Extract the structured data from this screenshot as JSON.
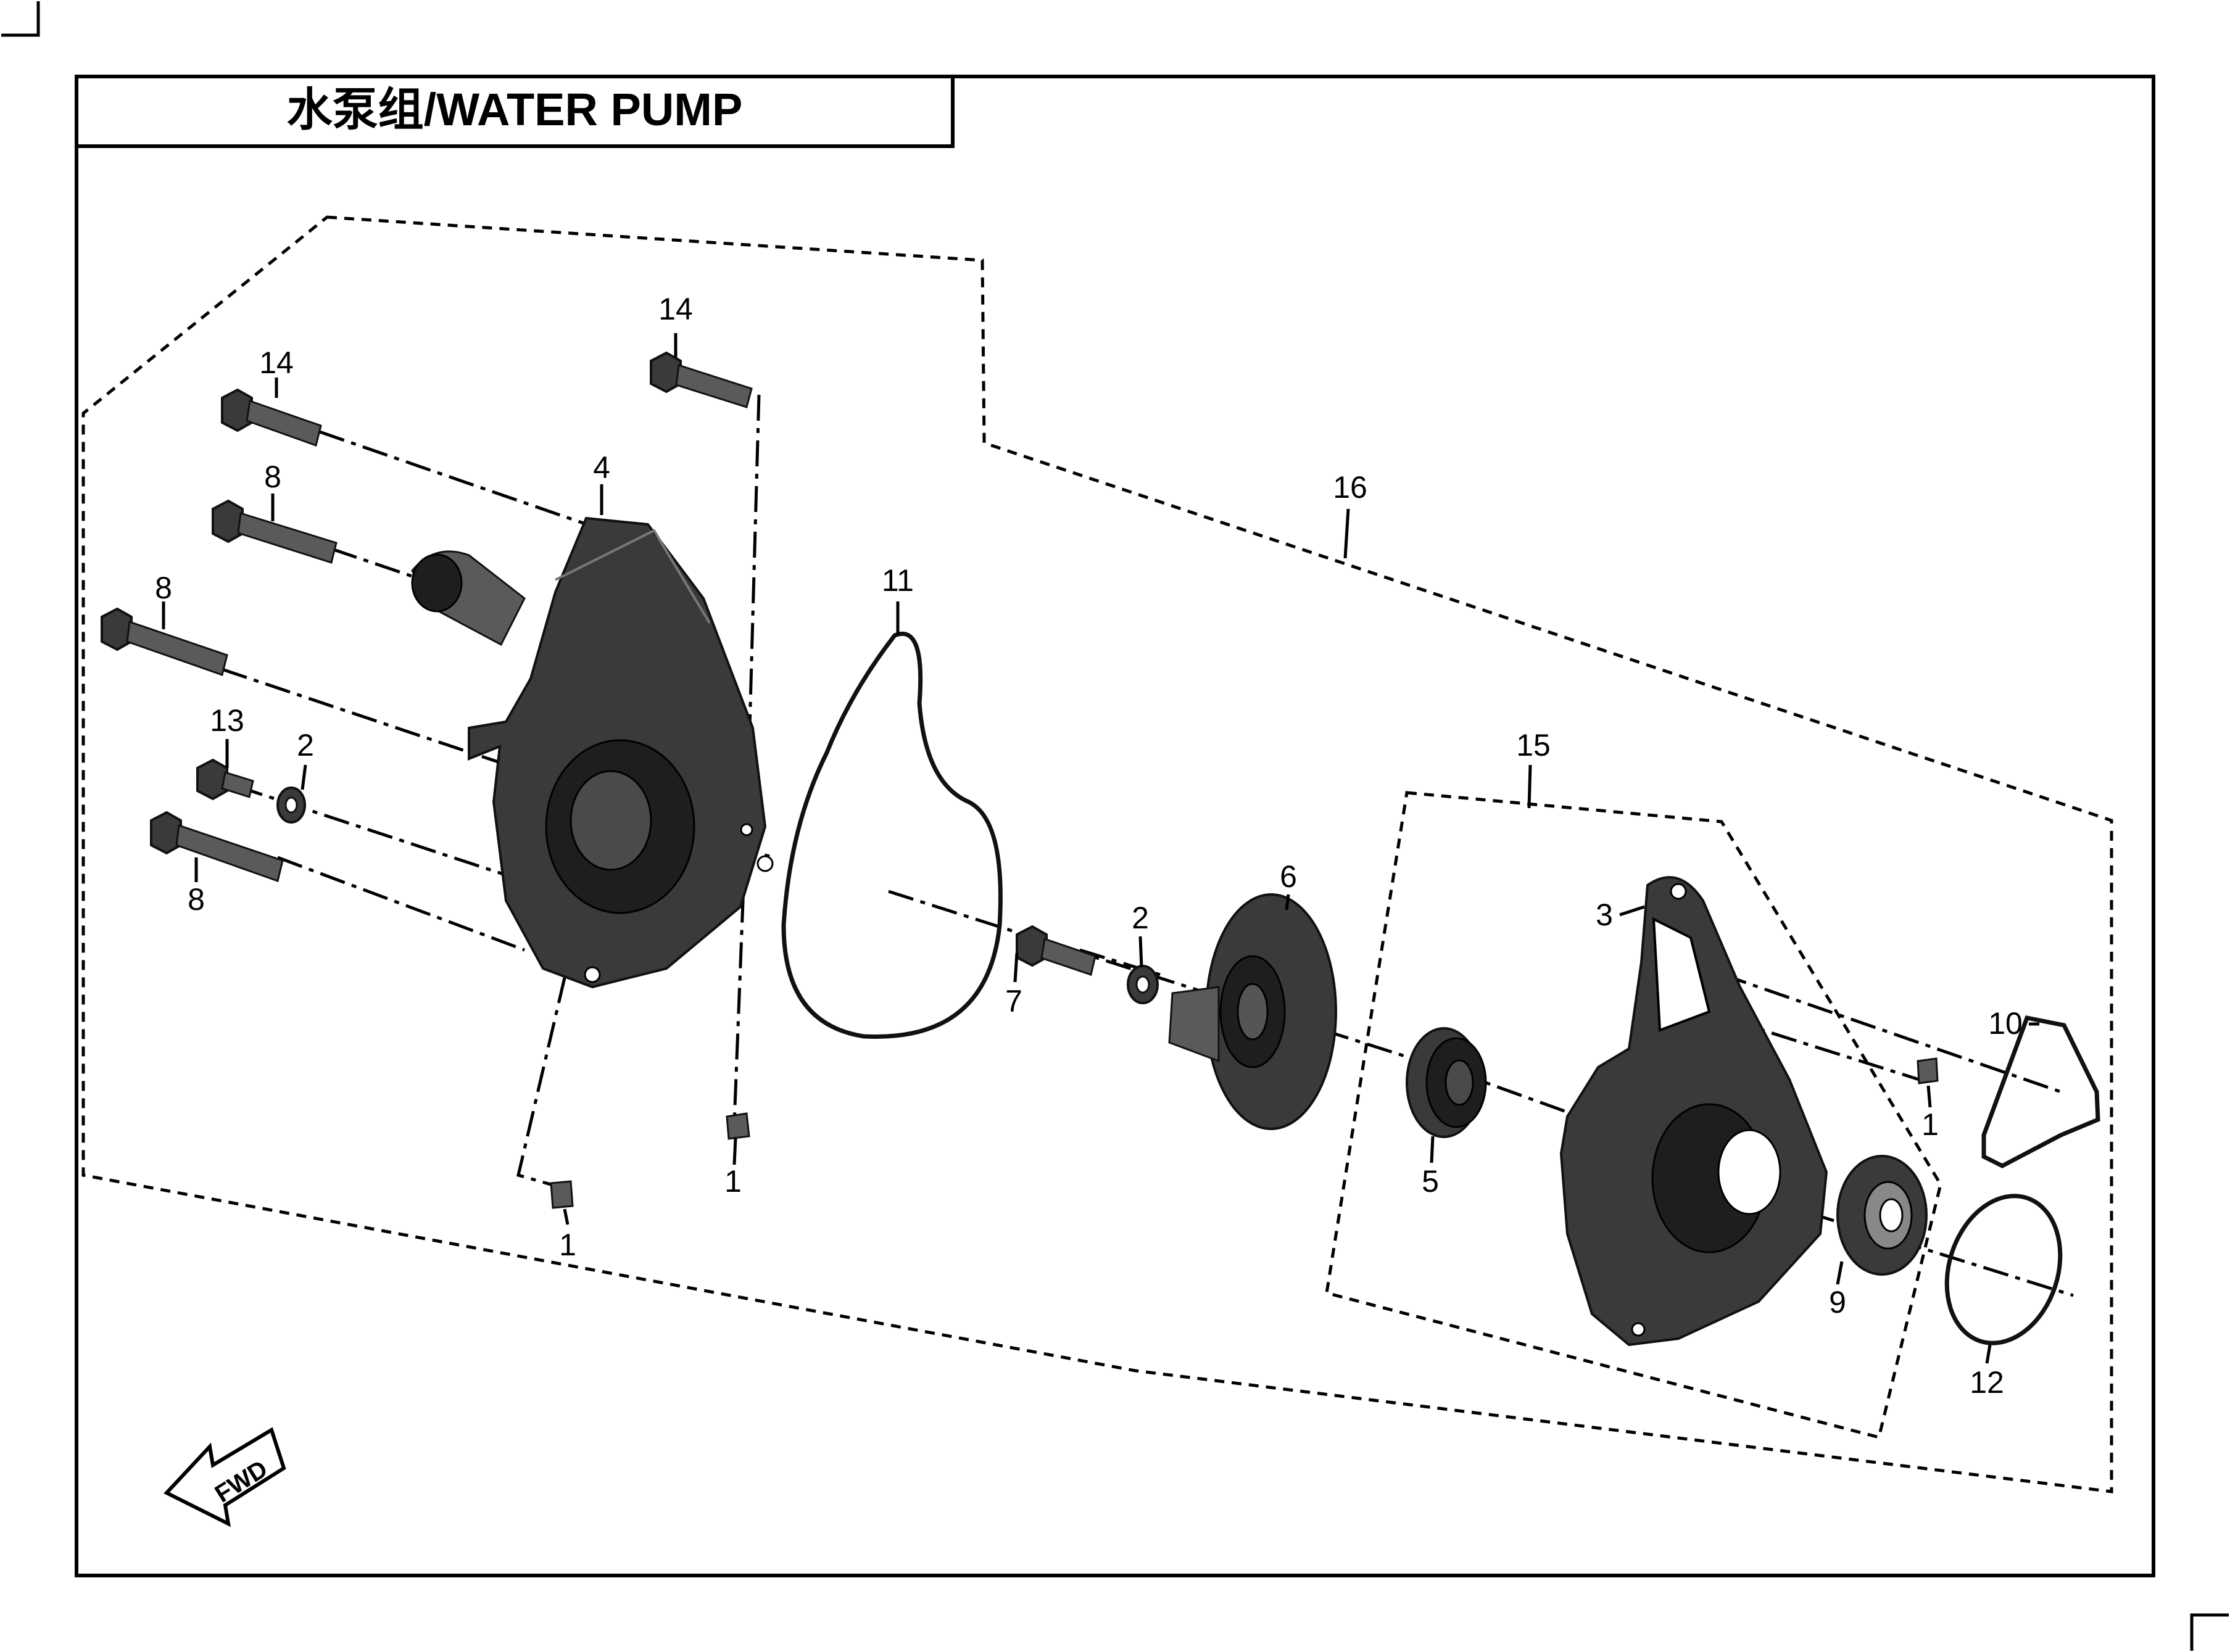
{
  "title": "水泵组/WATER PUMP",
  "fwd_label": "FWD",
  "callouts": [
    {
      "id": "c14a",
      "text": "14"
    },
    {
      "id": "c14b",
      "text": "14"
    },
    {
      "id": "c8a",
      "text": "8"
    },
    {
      "id": "c8b",
      "text": "8"
    },
    {
      "id": "c8c",
      "text": "8"
    },
    {
      "id": "c4",
      "text": "4"
    },
    {
      "id": "c13",
      "text": "13"
    },
    {
      "id": "c2a",
      "text": "2"
    },
    {
      "id": "c1a",
      "text": "1"
    },
    {
      "id": "c1b",
      "text": "1"
    },
    {
      "id": "c11",
      "text": "11"
    },
    {
      "id": "c16",
      "text": "16"
    },
    {
      "id": "c7",
      "text": "7"
    },
    {
      "id": "c2b",
      "text": "2"
    },
    {
      "id": "c6",
      "text": "6"
    },
    {
      "id": "c15",
      "text": "15"
    },
    {
      "id": "c3",
      "text": "3"
    },
    {
      "id": "c5",
      "text": "5"
    },
    {
      "id": "c10",
      "text": "10"
    },
    {
      "id": "c1c",
      "text": "1"
    },
    {
      "id": "c9",
      "text": "9"
    },
    {
      "id": "c12",
      "text": "12"
    }
  ]
}
